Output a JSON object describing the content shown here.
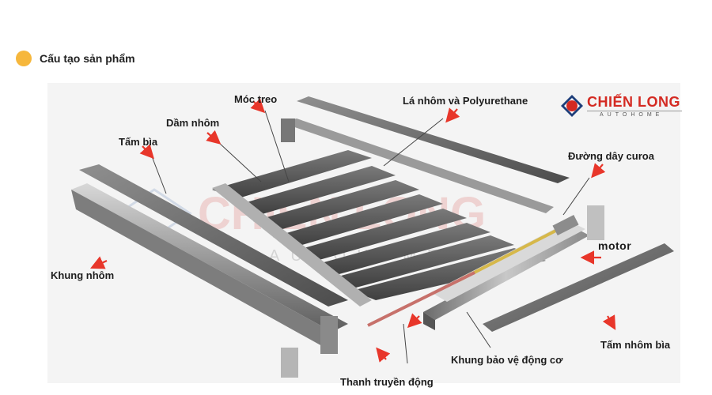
{
  "heading": {
    "text": "Cấu tạo sản phẩm"
  },
  "logo": {
    "brand": "CHIẾN LONG",
    "sub": "AUTOHOME"
  },
  "labels": {
    "moc_treo": "Móc treo",
    "dam_nhom": "Dầm nhôm",
    "tam_bia": "Tấm bìa",
    "la_nhom": "Lá nhôm và Polyurethane",
    "duong_day_curoa": "Đường dây curoa",
    "motor": "motor",
    "khung_nhom": "Khung nhôm",
    "tam_nhom_bia": "Tấm nhôm bìa",
    "khung_bao_ve": "Khung bảo vệ động cơ",
    "thanh_truyen_dong": "Thanh truyền động"
  },
  "watermark": {
    "brand": "CHIẾN LONG",
    "sub": "AUTOHOME"
  },
  "colors": {
    "accent": "#f6b73c",
    "arrow": "#e8362a",
    "brand": "#d42a22",
    "metal_dark": "#5a5a5a",
    "metal_light": "#c9c9c9"
  }
}
